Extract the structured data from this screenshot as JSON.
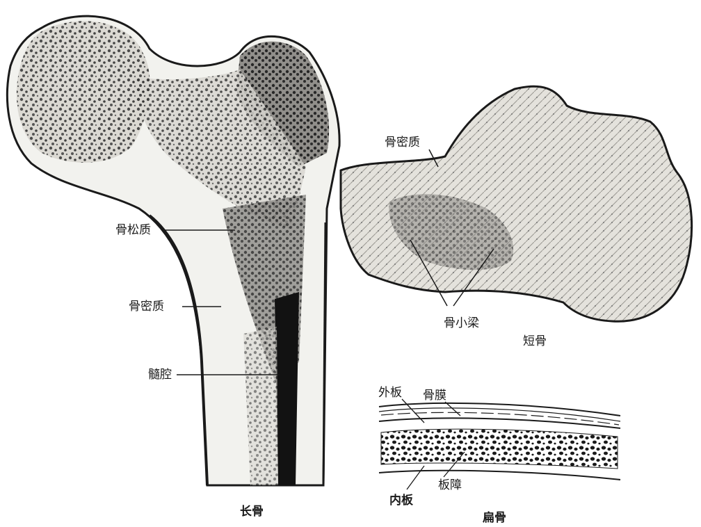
{
  "long_bone": {
    "spongy_label": "骨松质",
    "compact_label": "骨密质",
    "cavity_label": "髓腔",
    "caption": "长骨"
  },
  "short_bone": {
    "compact_label": "骨密质",
    "trabeculae_label": "骨小梁",
    "caption": "短骨"
  },
  "flat_bone": {
    "outer_plate_label": "外板",
    "periosteum_label": "骨膜",
    "inner_plate_label": "内板",
    "diploe_label": "板障",
    "caption": "扁骨"
  },
  "colors": {
    "ink": "#1a1a1a",
    "bone": "#f2f2ee",
    "spongy": "#2a2a2a"
  }
}
